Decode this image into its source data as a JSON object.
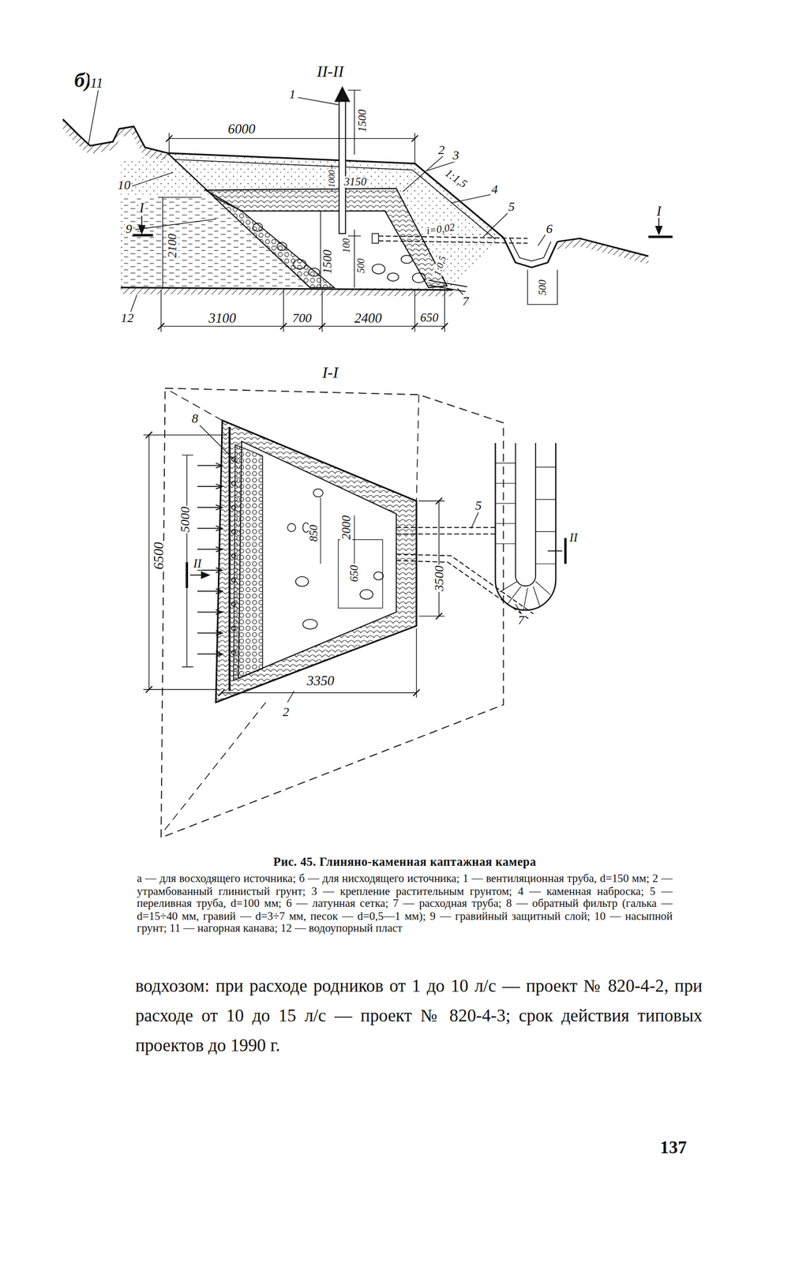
{
  "diagram": {
    "caption": "Рис. 45. Глиняно-каменная каптажная камера",
    "labels": [
      "б)",
      "II-II",
      "1",
      "1500",
      "6000",
      "11",
      "10",
      "2",
      "3",
      "1:1,5",
      "4",
      "1000",
      "3150",
      "I",
      "9",
      "i=0,02",
      "5",
      "6",
      "I",
      "2100",
      "1500",
      "100",
      "500",
      "1:0,5",
      "7",
      "500",
      "12",
      "3100",
      "700",
      "2400",
      "650",
      "I-I",
      "8",
      "6500",
      "5000",
      "II",
      "850",
      "2000",
      "650",
      "5",
      "II",
      "3500",
      "7",
      "3350",
      "2",
      "а — для восходящего источника; б — для нисходящего источника; 1 — вентиляционная труба, d=150 мм; 2 — утрамбованный глинистый грунт; 3 — крепление растительным грунтом; 4 — каменная наброска; 5 — переливная труба, d=100 мм; 6 — латунная сетка; 7 — расходная труба; 8 — обратный фильтр (галька — d=15÷40 мм, гравий — d=3÷7 мм, песок — d=0,5—1 мм); 9 — гравийный защитный слой; 10 — насыпной грунт; 11 — нагорная канава; 12 — водоупорный пласт",
      "водхозом: при расходе родников от 1 до 10 л/с — проект № 820-4-2, при расходе от 10 до 15 л/с — проект № 820-4-3; срок действия типовых проектов до 1990 г.",
      "137"
    ]
  }
}
